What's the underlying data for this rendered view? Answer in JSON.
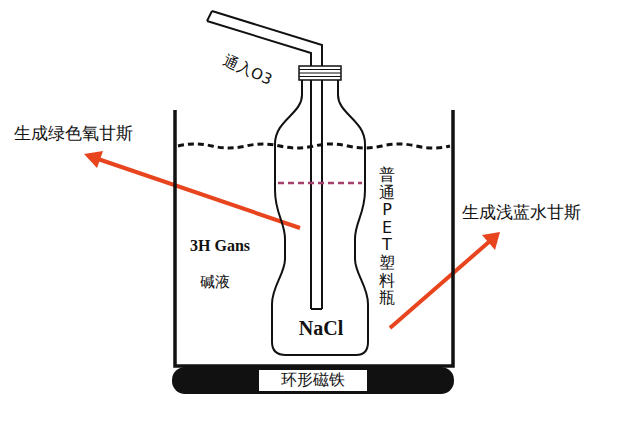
{
  "diagram": {
    "nodes": [
      {
        "text": [
          "3H Gans",
          "碱液"
        ]
      },
      {
        "text": [
          "NaCl"
        ],
        "in": 0
      },
      {
        "text": [
          "环形磁铁"
        ]
      }
    ],
    "labels": [
      "通入O3",
      "生成绿色氧甘斯",
      "普通PET塑料瓶",
      "生成浅蓝水甘斯"
    ]
  }
}
